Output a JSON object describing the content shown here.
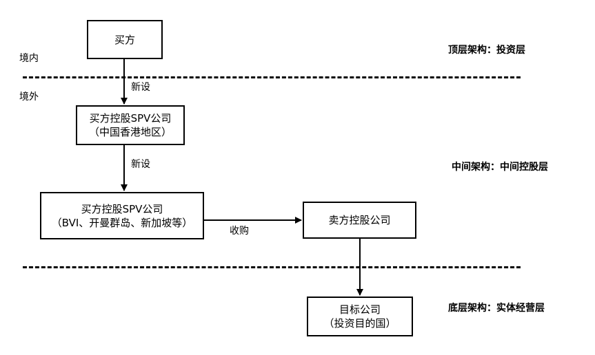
{
  "regions": {
    "domestic": "境内",
    "overseas": "境外"
  },
  "layers": {
    "top": "顶层架构：投资层",
    "middle": "中间架构：中间控股层",
    "bottom": "底层架构：实体经营层"
  },
  "nodes": {
    "buyer": {
      "line1": "买方"
    },
    "buyer_spv_hk": {
      "line1": "买方控股SPV公司",
      "line2": "（中国香港地区）"
    },
    "buyer_spv_offshore": {
      "line1": "买方控股SPV公司",
      "line2": "（BVI、开曼群岛、新加坡等）"
    },
    "seller_holding": {
      "line1": "卖方控股公司"
    },
    "target": {
      "line1": "目标公司",
      "line2": "（投资目的国）"
    }
  },
  "edges": {
    "buyer_to_hk": "新设",
    "hk_to_offshore": "新设",
    "offshore_to_seller": "收购"
  }
}
